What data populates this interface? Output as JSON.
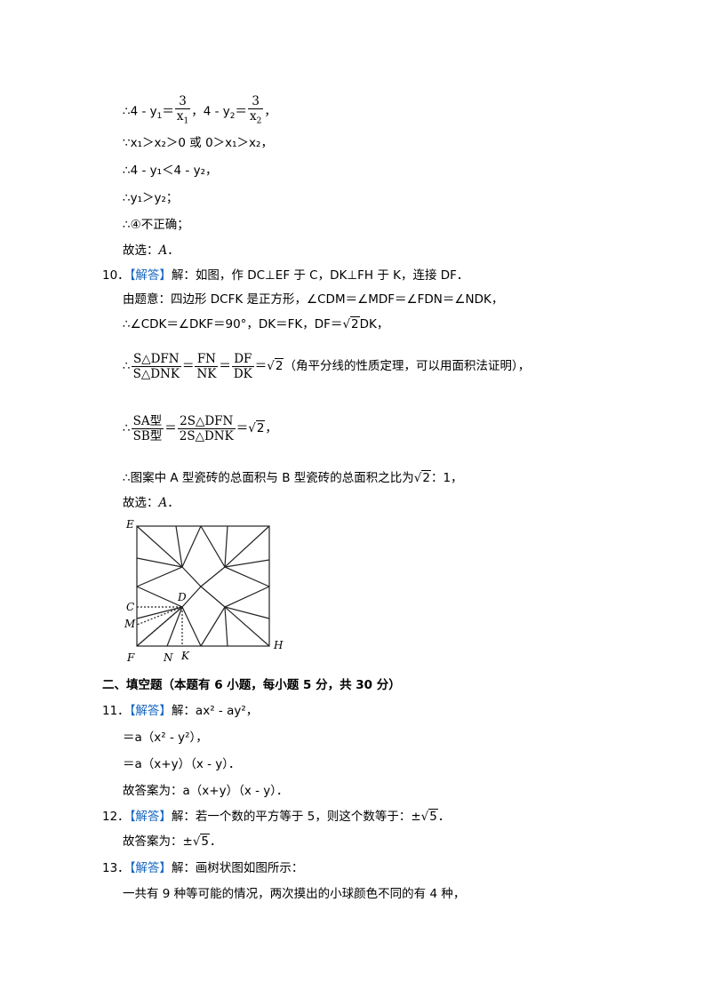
{
  "lines": {
    "l1a": "∴4 - y",
    "l1_sub1": "1",
    "l1_eq1": "＝",
    "l1_num1": "3",
    "l1_den1": "x",
    "l1_den1_sub": "1",
    "l1_mid": "，4 - y",
    "l1_sub2": "2",
    "l1_eq2": "＝",
    "l1_num2": "3",
    "l1_den2": "x",
    "l1_den2_sub": "2",
    "l1_end": "，",
    "l2": "∵x₁＞x₂＞0 或 0＞x₁＞x₂，",
    "l3": "∴4 - y₁＜4 - y₂，",
    "l4": "∴y₁＞y₂；",
    "l5": "∴④不正确；",
    "l6a": "故选：",
    "l6b": "A",
    "l6c": "．"
  },
  "q10": {
    "num": "10．",
    "tag": "【解答】",
    "text": "解：如图，作 DC⊥EF 于 C，DK⊥FH 于 K，连接 DF．",
    "l2": "由题意：四边形 DCFK 是正方形，∠CDM＝∠MDF＝∠FDN＝∠NDK，",
    "l3a": "∴∠CDK＝∠DKF＝90°，DK＝FK，DF＝",
    "l3sqrt": "2",
    "l3b": "DK，",
    "l4_therefore": "∴",
    "l4_n1": "S△DFN",
    "l4_d1": "S△DNK",
    "l4_n2": "FN",
    "l4_d2": "NK",
    "l4_n3": "DF",
    "l4_d3": "DK",
    "l4_sqrt": "2",
    "l4_note": "（角平分线的性质定理，可以用面积法证明），",
    "l5_therefore": "∴",
    "l5_n1": "SA型",
    "l5_d1": "SB型",
    "l5_n2": "2S△DFN",
    "l5_d2": "2S△DNK",
    "l5_sqrt": "2",
    "l5_end": "，",
    "l6a": "∴图案中 A 型瓷砖的总面积与 B 型瓷砖的总面积之比为",
    "l6sqrt": "2",
    "l6b": "：1，",
    "l7a": "故选：",
    "l7b": "A",
    "l7c": "．"
  },
  "figure": {
    "E": "E",
    "C": "C",
    "M": "M",
    "D": "D",
    "F": "F",
    "N": "N",
    "K": "K",
    "H": "H"
  },
  "section2": {
    "title": "二、填空题（本题有 6 小题，每小题 5 分，共 30 分）"
  },
  "q11": {
    "num": "11．",
    "tag": "【解答】",
    "text": "解：ax² - ay²，",
    "l2": "＝a（x² - y²），",
    "l3": "＝a（x+y）（x - y）．",
    "l4": "故答案为：a（x+y）（x - y）．"
  },
  "q12": {
    "num": "12．",
    "tag": "【解答】",
    "text": "解：若一个数的平方等于 5，则这个数等于：±",
    "sqrt": "5",
    "end": "．",
    "l2a": "故答案为：±",
    "l2sqrt": "5",
    "l2b": "．"
  },
  "q13": {
    "num": "13．",
    "tag": "【解答】",
    "text": "解：画树状图如图所示：",
    "l2": "一共有 9 种等可能的情况，两次摸出的小球颜色不同的有 4 种，"
  }
}
